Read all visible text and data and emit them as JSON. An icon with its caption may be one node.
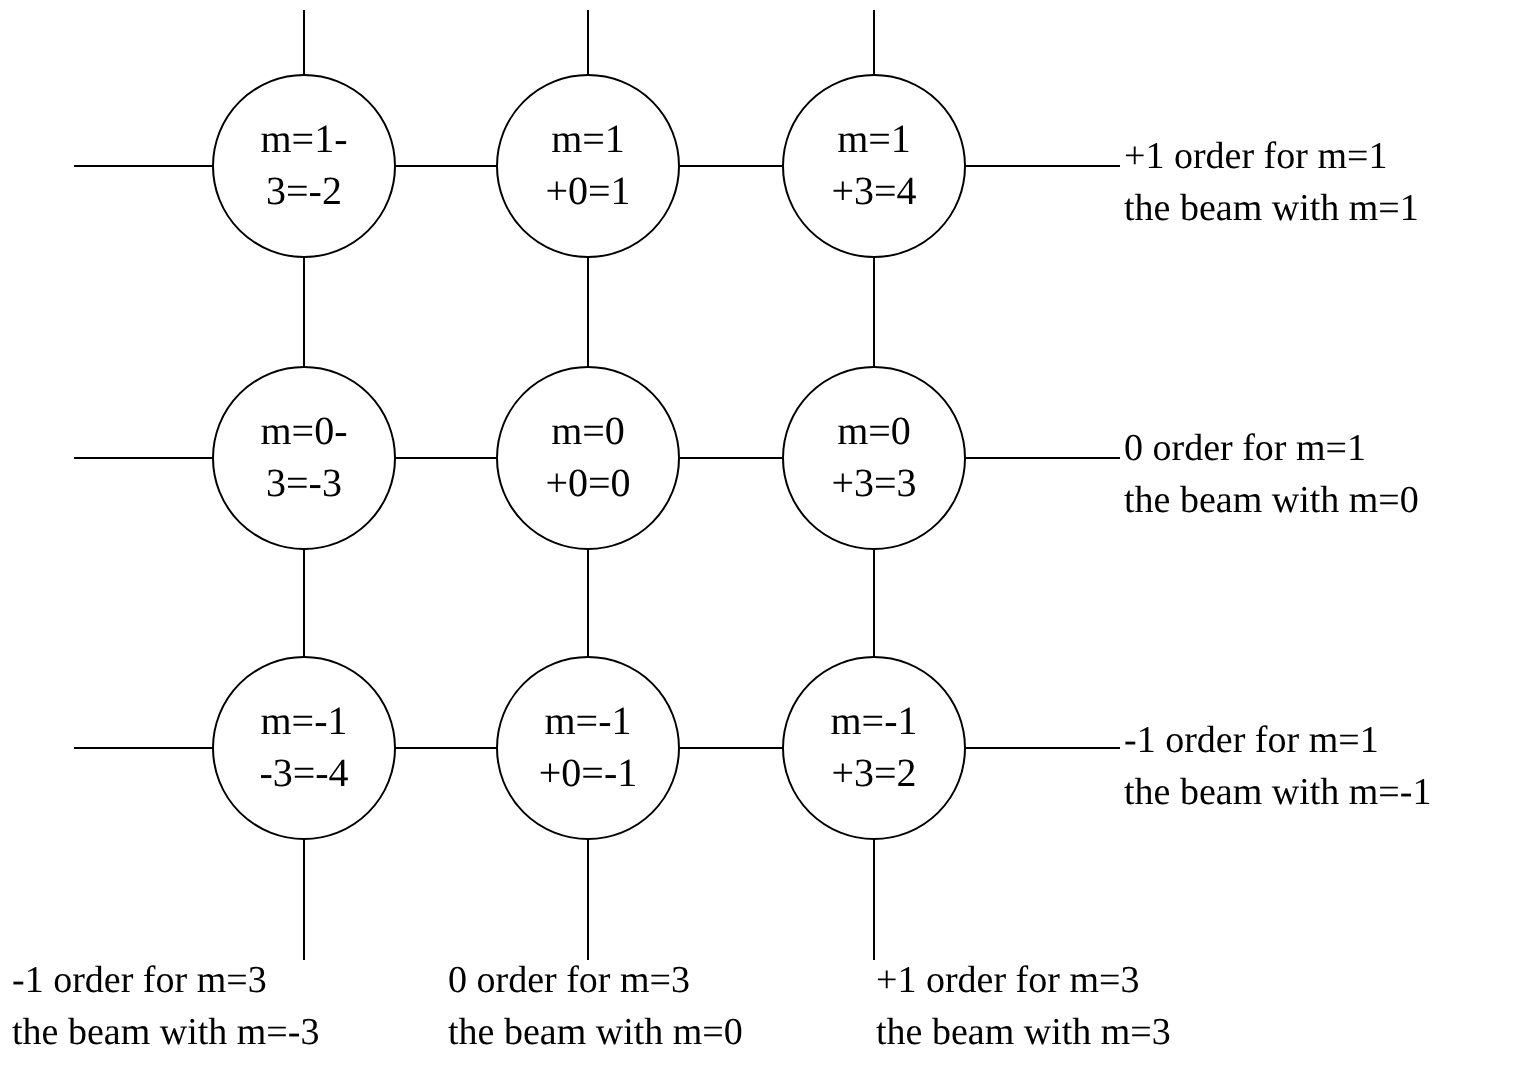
{
  "diagram": {
    "nodes": [
      {
        "text": [
          "m=1- 3=-2"
        ]
      },
      {
        "text": [
          "m=1 +0=1"
        ]
      },
      {
        "text": [
          "m=1 +3=4"
        ]
      },
      {
        "text": [
          "m=0- 3=-3"
        ]
      },
      {
        "text": [
          "m=0 +0=0"
        ]
      },
      {
        "text": [
          "m=0 +3=3"
        ]
      },
      {
        "text": [
          "m=-1 -3=-4"
        ]
      },
      {
        "text": [
          "m=-1 +0=-1"
        ]
      },
      {
        "text": [
          "m=-1 +3=2"
        ]
      },
      {
        "text": [
          "+1 order for m=1",
          "the beam with m=1"
        ]
      },
      {
        "text": [
          "0 order for m=1",
          "the beam with m=0"
        ]
      },
      {
        "text": [
          "-1 order for m=1",
          "the beam with m=-1"
        ]
      },
      {
        "text": [
          "-1 order for m=3",
          "the beam with m=-3"
        ]
      },
      {
        "text": [
          "0 order for m=3",
          "the beam with m=0"
        ]
      },
      {
        "text": [
          "+1 order for m=3",
          "the beam with m=3"
        ]
      }
    ],
    "edges": [
      {
        "from": null,
        "to": 0,
        "arrow": "none"
      },
      {
        "from": null,
        "to": 1,
        "arrow": "none"
      },
      {
        "from": null,
        "to": 2,
        "arrow": "none"
      },
      {
        "from": null,
        "to": 0,
        "arrow": "none"
      },
      {
        "from": null,
        "to": 3,
        "arrow": "none"
      },
      {
        "from": null,
        "to": 6,
        "arrow": "none"
      },
      {
        "from": 0,
        "to": 1,
        "arrow": "none"
      },
      {
        "from": 1,
        "to": 2,
        "arrow": "none"
      },
      {
        "from": 3,
        "to": 4,
        "arrow": "none"
      },
      {
        "from": 4,
        "to": 5,
        "arrow": "none"
      },
      {
        "from": 6,
        "to": 7,
        "arrow": "none"
      },
      {
        "from": 7,
        "to": 8,
        "arrow": "none"
      },
      {
        "from": 0,
        "to": 3,
        "arrow": "none"
      },
      {
        "from": 1,
        "to": 4,
        "arrow": "none"
      },
      {
        "from": 2,
        "to": 5,
        "arrow": "none"
      },
      {
        "from": 3,
        "to": 6,
        "arrow": "none"
      },
      {
        "from": 4,
        "to": 7,
        "arrow": "none"
      },
      {
        "from": 5,
        "to": 8,
        "arrow": "none"
      },
      {
        "from": 2,
        "to": 9,
        "arrow": "none"
      },
      {
        "from": 5,
        "to": 10,
        "arrow": "none"
      },
      {
        "from": 8,
        "to": 11,
        "arrow": "none"
      },
      {
        "from": 6,
        "to": 12,
        "arrow": "none"
      },
      {
        "from": 7,
        "to": 13,
        "arrow": "none"
      },
      {
        "from": 8,
        "to": 14,
        "arrow": "none"
      }
    ]
  }
}
